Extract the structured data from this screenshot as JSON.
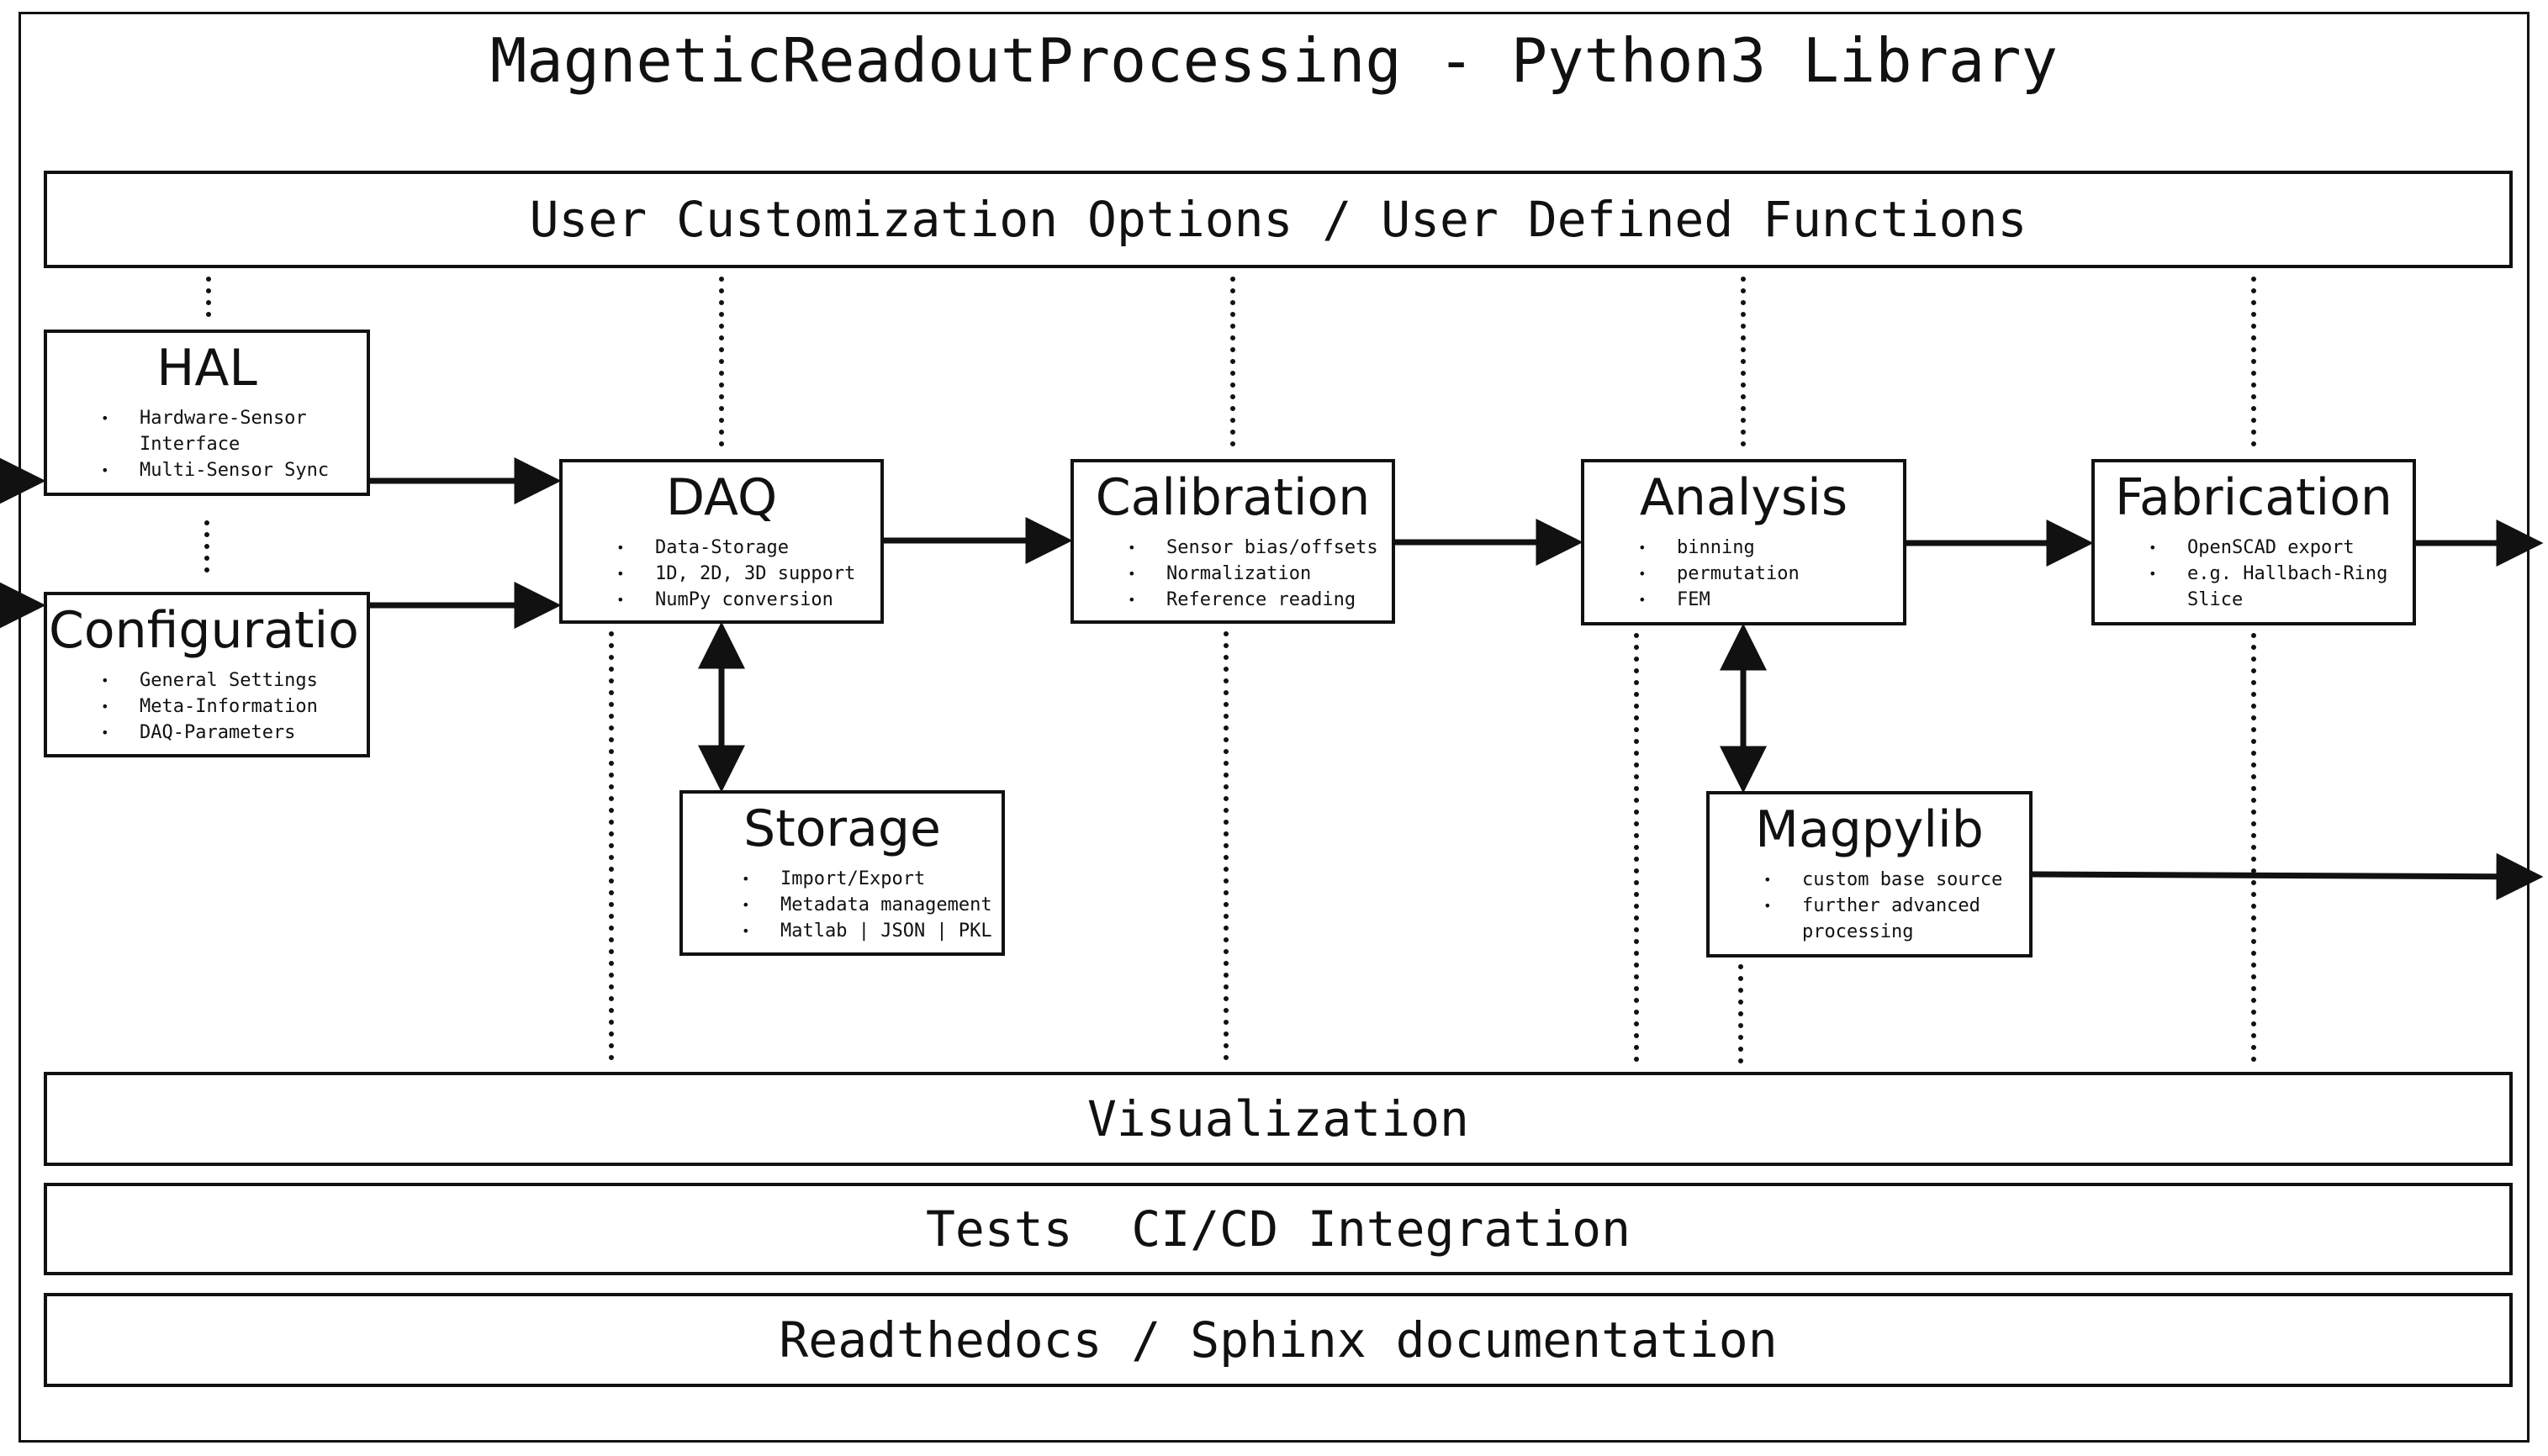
{
  "title": "MagneticReadoutProcessing - Python3 Library",
  "bars": {
    "customization": "User Customization Options / User Defined Functions",
    "visualization": "Visualization",
    "tests": "Tests  CI/CD Integration",
    "docs": "Readthedocs / Sphinx documentation"
  },
  "modules": {
    "hal": {
      "title": "HAL",
      "items": [
        "Hardware-Sensor\nInterface",
        "Multi-Sensor Sync"
      ]
    },
    "configuration": {
      "title": "Configuratio",
      "items": [
        "General Settings",
        "Meta-Information",
        "DAQ-Parameters"
      ]
    },
    "daq": {
      "title": "DAQ",
      "items": [
        "Data-Storage",
        "1D, 2D, 3D support",
        "NumPy conversion"
      ]
    },
    "calibration": {
      "title": "Calibration",
      "items": [
        "Sensor bias/offsets",
        "Normalization",
        "Reference reading"
      ]
    },
    "analysis": {
      "title": "Analysis",
      "items": [
        "binning",
        "permutation",
        "FEM"
      ]
    },
    "fabrication": {
      "title": "Fabrication",
      "items": [
        "OpenSCAD export",
        "e.g. Hallbach-Ring\nSlice"
      ]
    },
    "storage": {
      "title": "Storage",
      "items": [
        "Import/Export",
        "Metadata management",
        "Matlab | JSON | PKL"
      ]
    },
    "magpylib": {
      "title": "Magpylib",
      "items": [
        "custom base source",
        "further advanced\nprocessing"
      ]
    }
  },
  "colors": {
    "ink": "#111111",
    "paper": "#ffffff"
  }
}
